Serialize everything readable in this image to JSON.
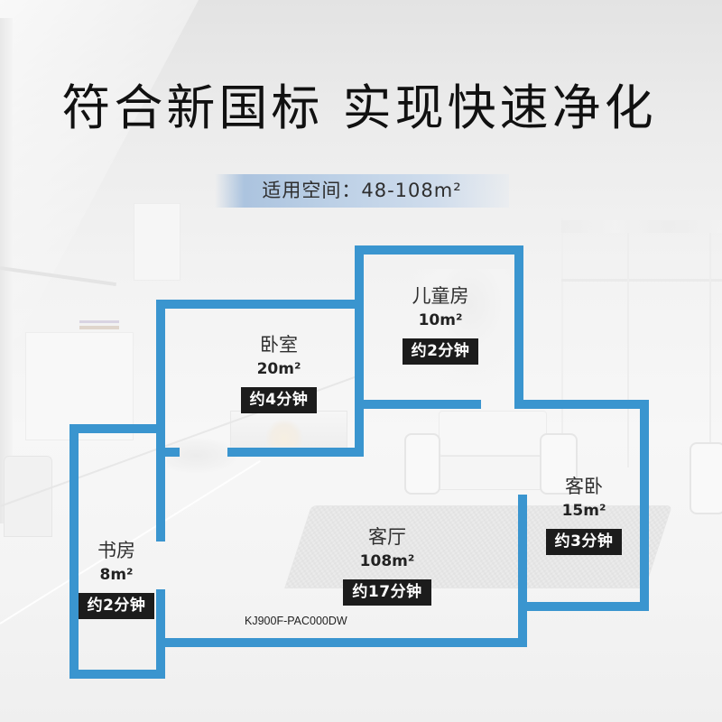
{
  "headline": {
    "title": "符合新国标 实现快速净化",
    "subtitle": "适用空间：48-108m²"
  },
  "floorplan": {
    "rooms": [
      {
        "id": "kids-room",
        "name": "儿童房",
        "area": "10m²",
        "time": "约2分钟"
      },
      {
        "id": "bedroom",
        "name": "卧室",
        "area": "20m²",
        "time": "约4分钟"
      },
      {
        "id": "study",
        "name": "书房",
        "area": "8m²",
        "time": "约2分钟"
      },
      {
        "id": "living-room",
        "name": "客厅",
        "area": "108m²",
        "time": "约17分钟"
      },
      {
        "id": "guest-bedroom",
        "name": "客卧",
        "area": "15m²",
        "time": "约3分钟"
      }
    ],
    "model": "KJ900F-PAC000DW"
  },
  "colors": {
    "wall": "#3a95cf",
    "badge_background": "#1c1c1c",
    "badge_text": "#ffffff",
    "title_text": "#111111",
    "subtitle_bar": "#bcd0e6"
  }
}
